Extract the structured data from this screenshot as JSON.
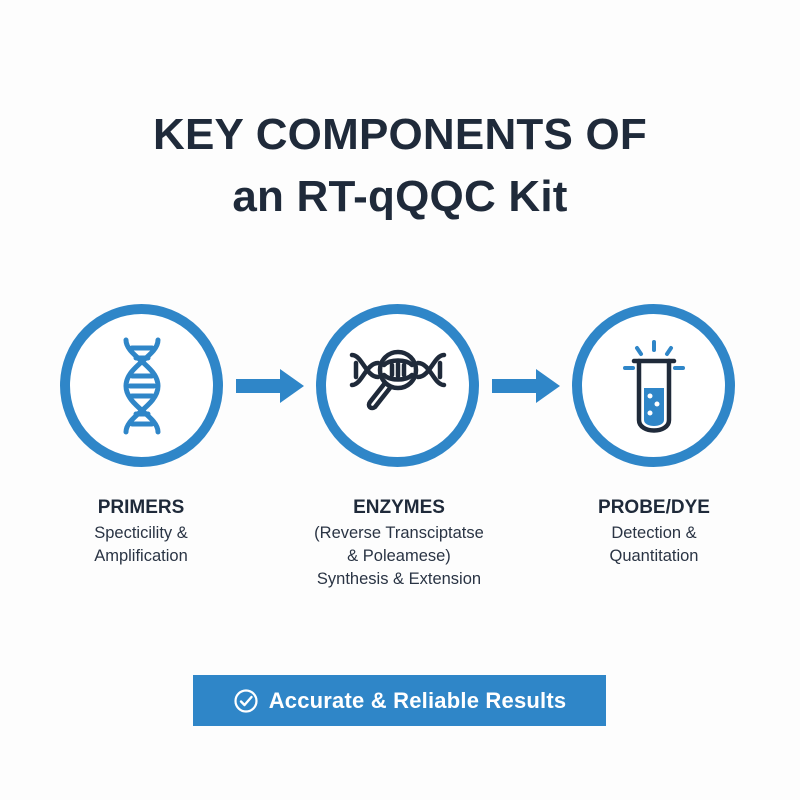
{
  "title": {
    "line1": "KEY COMPONENTS OF",
    "line2": "an RT-qQQC Kit"
  },
  "colors": {
    "accent": "#2f86c8",
    "text_dark": "#1f2a3a",
    "background": "#fdfdfd",
    "banner_text": "#ffffff"
  },
  "components": [
    {
      "icon": "dna-helix-icon",
      "heading": "PRIMERS",
      "lines": [
        "Specticility &",
        "Amplification"
      ]
    },
    {
      "icon": "dna-magnifier-icon",
      "heading": "ENZYMES",
      "lines": [
        "(Reverse Transciptatse",
        "& Poleamese)",
        "Synthesis & Extension"
      ]
    },
    {
      "icon": "test-tube-icon",
      "heading": "PROBE/DYE",
      "lines": [
        "Detection &",
        "Quantitation"
      ]
    }
  ],
  "flow_arrows": [
    "arrow-right-icon",
    "arrow-right-icon"
  ],
  "banner": {
    "icon": "check-circle-icon",
    "label": "Accurate & Reliable Results"
  }
}
